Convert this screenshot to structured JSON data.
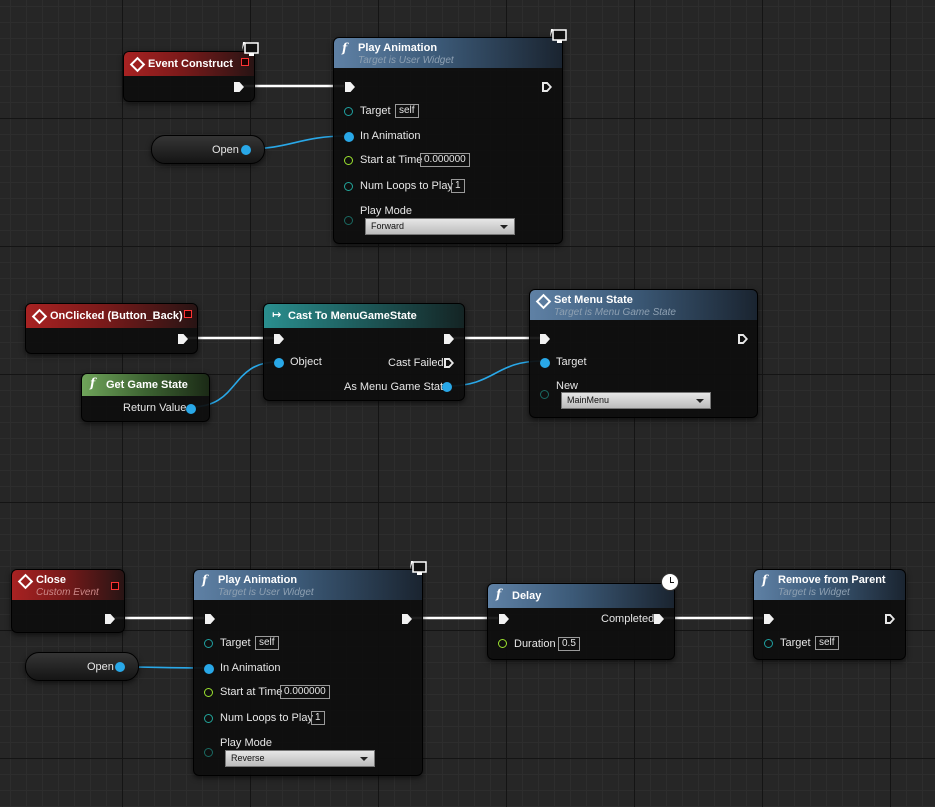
{
  "event_construct": {
    "title": "Event Construct"
  },
  "play_anim_top": {
    "title": "Play Animation",
    "subtitle": "Target is User Widget",
    "target_label": "Target",
    "target_value": "self",
    "in_animation_label": "In Animation",
    "start_time_label": "Start at Time",
    "start_time_value": "0.000000",
    "loops_label": "Num Loops to Play",
    "loops_value": "1",
    "play_mode_label": "Play Mode",
    "play_mode_value": "Forward"
  },
  "open_var_top": {
    "label": "Open"
  },
  "onclicked": {
    "title": "OnClicked (Button_Back)"
  },
  "cast": {
    "title": "Cast To MenuGameState",
    "object_label": "Object",
    "cast_failed_label": "Cast Failed",
    "as_label": "As Menu Game State"
  },
  "get_game_state": {
    "title": "Get Game State",
    "return_label": "Return Value"
  },
  "set_menu_state": {
    "title": "Set Menu State",
    "subtitle": "Target is Menu Game State",
    "target_label": "Target",
    "new_label": "New",
    "new_value": "MainMenu"
  },
  "close_event": {
    "title": "Close",
    "subtitle": "Custom Event"
  },
  "open_var_bottom": {
    "label": "Open"
  },
  "play_anim_bottom": {
    "title": "Play Animation",
    "subtitle": "Target is User Widget",
    "target_label": "Target",
    "target_value": "self",
    "in_animation_label": "In Animation",
    "start_time_label": "Start at Time",
    "start_time_value": "0.000000",
    "loops_label": "Num Loops to Play",
    "loops_value": "1",
    "play_mode_label": "Play Mode",
    "play_mode_value": "Reverse"
  },
  "delay": {
    "title": "Delay",
    "completed_label": "Completed",
    "duration_label": "Duration",
    "duration_value": "0.5"
  },
  "remove": {
    "title": "Remove from Parent",
    "subtitle": "Target is Widget",
    "target_label": "Target",
    "target_value": "self"
  },
  "colors": {
    "exec_wire": "#ffffff",
    "object_wire": "#29a8e8"
  }
}
